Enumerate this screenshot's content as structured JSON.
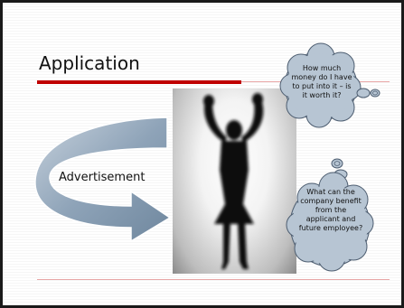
{
  "slide": {
    "title": "Application",
    "arrow_label": "Advertisement",
    "callout_top": "How much money do I have to put into it – is it worth it?",
    "callout_bottom": "What can the company benefit from the applicant and future employee?"
  },
  "colors": {
    "title_underline": "#c00000",
    "thin_rule": "#e8a6a6",
    "arrow_fill": "#8ea3b8",
    "cloud_fill": "#b7c5d3"
  }
}
